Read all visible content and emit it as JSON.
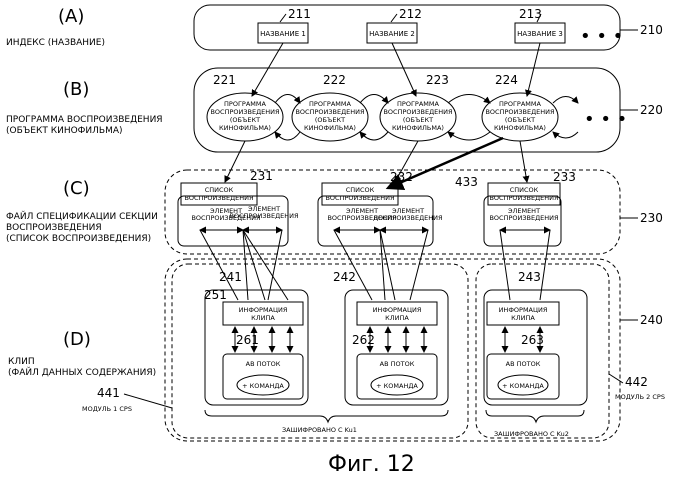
{
  "rows": {
    "A": {
      "letter": "(A)",
      "label": "ИНДЕКС (НАЗВАНИЕ)",
      "ref": "210"
    },
    "B": {
      "letter": "(B)",
      "label1": "ПРОГРАММА ВОСПРОИЗВЕДЕНИЯ",
      "label2": "(ОБЪЕКТ КИНОФИЛЬМА)",
      "ref": "220"
    },
    "C": {
      "letter": "(C)",
      "label1": "ФАЙЛ СПЕЦИФИКАЦИИ СЕКЦИИ",
      "label2": "ВОСПРОИЗВЕДЕНИЯ",
      "label3": "(СПИСОК ВОСПРОИЗВЕДЕНИЯ)",
      "ref": "230"
    },
    "D": {
      "letter": "(D)",
      "label1": "КЛИП",
      "label2": "(ФАЙЛ ДАННЫХ СОДЕРЖАНИЯ)",
      "ref": "240"
    }
  },
  "titles": [
    {
      "ref": "211",
      "label": "НАЗВАНИЕ 1"
    },
    {
      "ref": "212",
      "label": "НАЗВАНИЕ 2"
    },
    {
      "ref": "213",
      "label": "НАЗВАНИЕ 3"
    }
  ],
  "ellipsis": "• • •",
  "programs": [
    {
      "ref": "221",
      "l1": "ПРОГРАММА",
      "l2": "ВОСПРОИЗВЕДЕНИЯ",
      "l3": "(ОБЪЕКТ",
      "l4": "КИНОФИЛЬМА)"
    },
    {
      "ref": "222",
      "l1": "ПРОГРАММА",
      "l2": "ВОСПРОИЗВЕДЕНИЯ",
      "l3": "(ОБЪЕКТ",
      "l4": "КИНОФИЛЬМА)"
    },
    {
      "ref": "223",
      "l1": "ПРОГРАММА",
      "l2": "ВОСПРОИЗВЕДЕНИЯ",
      "l3": "(ОБЪЕКТ",
      "l4": "КИНОФИЛЬМА)"
    },
    {
      "ref": "224",
      "l1": "ПРОГРАММА",
      "l2": "ВОСПРОИЗВЕДЕНИЯ",
      "l3": "(ОБЪЕКТ",
      "l4": "КИНОФИЛЬМА)"
    }
  ],
  "playlists": [
    {
      "ref": "231",
      "l1": "СПИСОК",
      "l2": "ВОСПРОИЗВЕДЕНИЯ"
    },
    {
      "ref": "232",
      "l1": "СПИСОК",
      "l2": "ВОСПРОИЗВЕДЕНИЯ"
    },
    {
      "ref": "233",
      "l1": "СПИСОК",
      "l2": "ВОСПРОИЗВЕДЕНИЯ"
    }
  ],
  "playitem": {
    "l1": "ЭЛЕМЕНТ",
    "l2": "ВОСПРОИЗВЕДЕНИЯ"
  },
  "ref_433": "433",
  "clips": [
    {
      "ref": "241",
      "info_ref": "251",
      "stream_ref": "261"
    },
    {
      "ref": "242",
      "info_ref": "",
      "stream_ref": "262"
    },
    {
      "ref": "243",
      "info_ref": "",
      "stream_ref": "263"
    }
  ],
  "clip_info": {
    "l1": "ИНФОРМАЦИЯ",
    "l2": "КЛИПА"
  },
  "av_stream": "АВ ПОТОК",
  "command": "+ КОМАНДА",
  "encrypted1": "ЗАШИФРОВАНО С Ku1",
  "encrypted2": "ЗАШИФРОВАНО С Ku2",
  "cps1": {
    "ref": "441",
    "label": "МОДУЛЬ 1 CPS"
  },
  "cps2": {
    "ref": "442",
    "label": "МОДУЛЬ 2 CPS"
  },
  "caption": "Фиг. 12"
}
